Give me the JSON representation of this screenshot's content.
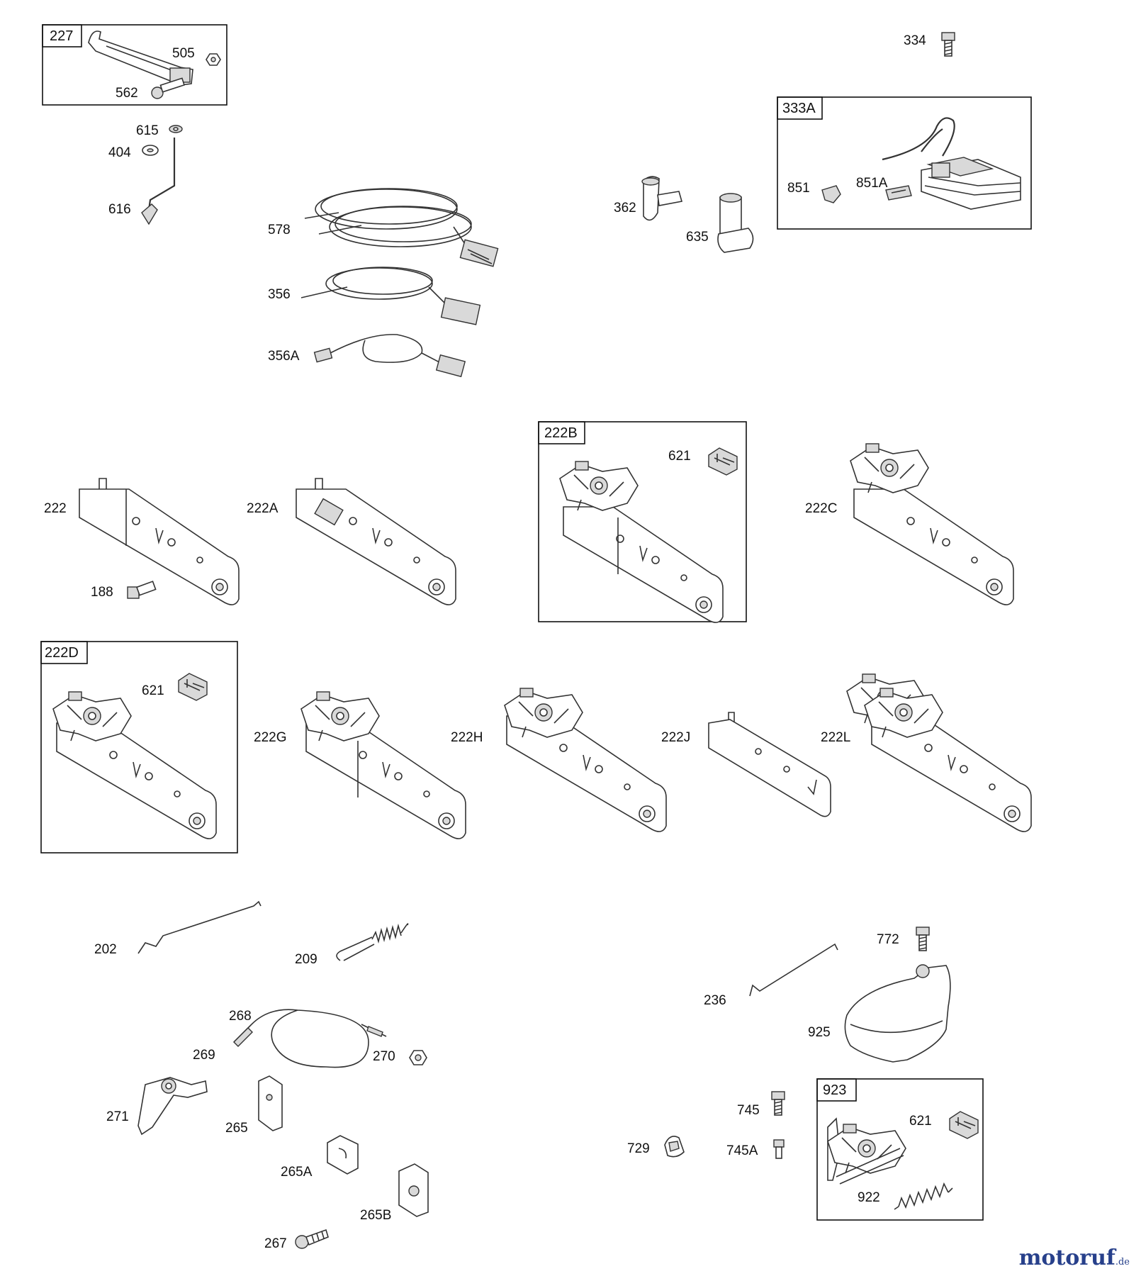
{
  "boxes": {
    "b227": "227",
    "b333A": "333A",
    "b222B": "222B",
    "b222D": "222D",
    "b923": "923"
  },
  "labels": {
    "l227_505": "505",
    "l227_562": "562",
    "l615": "615",
    "l404": "404",
    "l616": "616",
    "l334": "334",
    "l851": "851",
    "l851A": "851A",
    "l362": "362",
    "l635": "635",
    "l578": "578",
    "l356": "356",
    "l356A": "356A",
    "l222": "222",
    "l188": "188",
    "l222A": "222A",
    "l222B_621": "621",
    "l222C": "222C",
    "l222D_621": "621",
    "l222G": "222G",
    "l222H": "222H",
    "l222J": "222J",
    "l222L": "222L",
    "l202": "202",
    "l209": "209",
    "l268": "268",
    "l269": "269",
    "l270": "270",
    "l271": "271",
    "l265": "265",
    "l265A": "265A",
    "l265B": "265B",
    "l267": "267",
    "l772": "772",
    "l236": "236",
    "l925": "925",
    "l745": "745",
    "l745A": "745A",
    "l729": "729",
    "l923_621": "621",
    "l922": "922"
  },
  "brand": {
    "name": "motoruf",
    "suffix": ".de",
    "color": "#27408b"
  }
}
